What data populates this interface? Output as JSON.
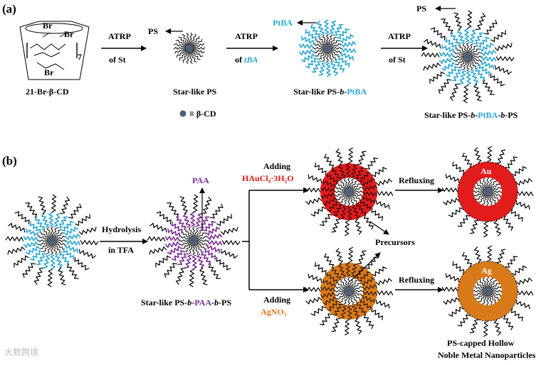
{
  "panel_a": {
    "label": "(a)",
    "cd_subscript": "7",
    "cd_br_labels": [
      "Br",
      "Br",
      "Br"
    ],
    "cd_name": "21-Br-β-CD",
    "step1": {
      "line1": "ATRP",
      "line2": "of St"
    },
    "step2": {
      "line1": "ATRP",
      "line2_prefix": "of ",
      "line2_colored": "tBA"
    },
    "step3": {
      "line1": "ATRP",
      "line2": "of St"
    },
    "ps_label_1": "PS",
    "ptba_label": "PtBA",
    "ps_label_3": "PS",
    "star_ps": "Star-like PS",
    "star_ps_ptba": {
      "prefix": "Star-like PS-",
      "b": "b",
      "dash": "-",
      "colored": "PtBA"
    },
    "star_triblock": {
      "prefix": "Star-like PS-",
      "b1": "b",
      "dash1": "-",
      "colored": "PtBA",
      "dash2": "-",
      "b2": "b",
      "suffix": "-PS"
    },
    "legend": "≡ β-CD"
  },
  "panel_b": {
    "label": "(b)",
    "hydrolysis": {
      "line1": "Hydrolysis",
      "line2": "in TFA"
    },
    "paa_label": "PAA",
    "star_paa": {
      "prefix": "Star-like PS-",
      "b1": "b",
      "dash1": "-",
      "colored": "PAA",
      "dash2": "-",
      "b2": "b",
      "suffix": "-PS"
    },
    "adding_top": {
      "line1": "Adding",
      "line2": "HAuCl₄·3H₂O"
    },
    "adding_bottom": {
      "line1": "Adding",
      "line2": "AgNO₃"
    },
    "precursors": "Precursors",
    "refluxing_top": "Refluxing",
    "refluxing_bottom": "Refluxing",
    "au": "Au",
    "ag": "Ag",
    "final_caption": {
      "line1": "PS-capped Hollow",
      "line2": "Noble Metal Nanoparticles"
    }
  },
  "watermark": "大数跨境",
  "colors": {
    "ptba": "#29a8d4",
    "paa": "#7b2d91",
    "gold": "#e21b1b",
    "silver": "#d97a1a",
    "core": "#4a5f7a"
  }
}
